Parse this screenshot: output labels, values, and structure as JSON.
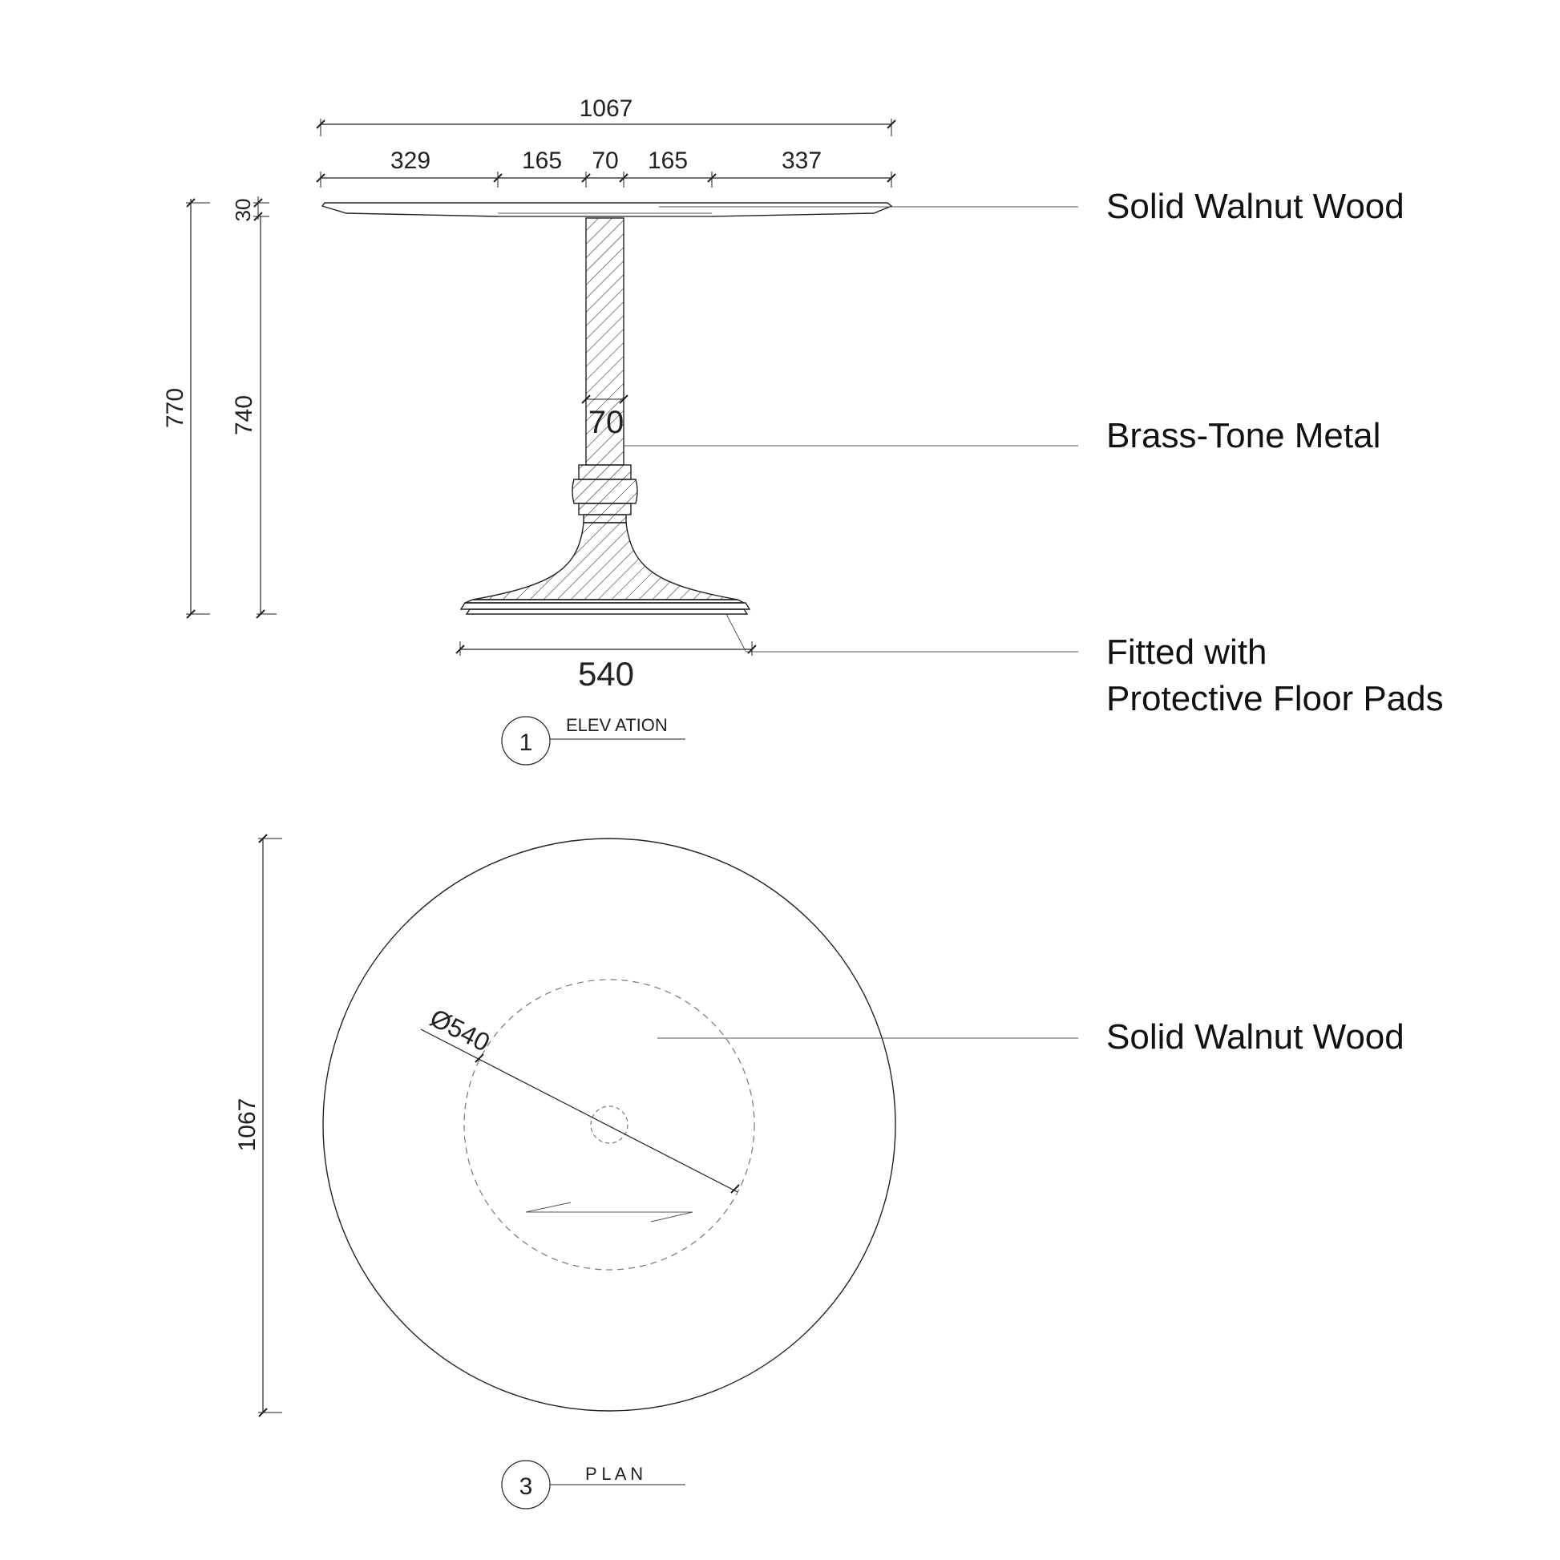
{
  "elevation": {
    "overall_width": "1067",
    "segments": [
      "329",
      "165",
      "70",
      "165",
      "337"
    ],
    "top_thickness": "30",
    "overall_height": "770",
    "leg_height": "740",
    "column_width": "70",
    "base_width": "540",
    "view_number": "1",
    "view_title": "ELEV ATION"
  },
  "plan": {
    "diameter": "1067",
    "base_diameter": "Ø540",
    "view_number": "3",
    "view_title": "P L A N"
  },
  "notes": {
    "top": "Solid Walnut Wood",
    "column": "Brass-Tone Metal",
    "pads_line1": "Fitted with",
    "pads_line2": "Protective Floor Pads",
    "plan_top": "Solid Walnut Wood"
  },
  "colors": {
    "line": "#222222",
    "text": "#111111",
    "background": "#ffffff"
  }
}
